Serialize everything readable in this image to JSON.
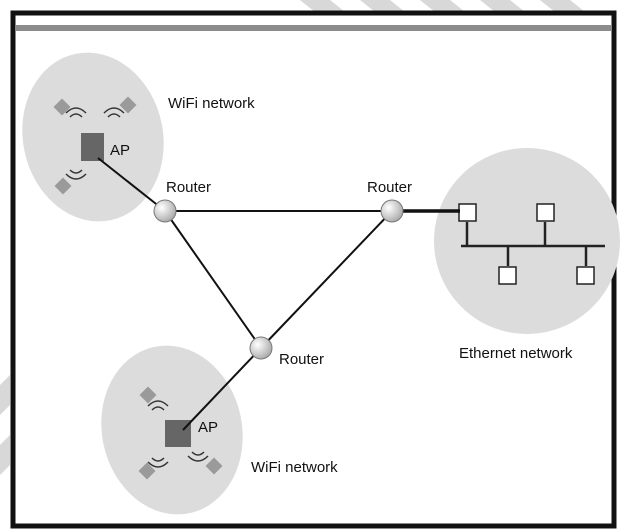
{
  "diagram": {
    "wifi_top": {
      "label": "WiFi network",
      "ap_label": "AP"
    },
    "wifi_bottom": {
      "label": "WiFi network",
      "ap_label": "AP"
    },
    "router_left": {
      "label": "Router"
    },
    "router_right": {
      "label": "Router"
    },
    "router_bottom": {
      "label": "Router"
    },
    "ethernet": {
      "label": "Ethernet network"
    }
  },
  "colors": {
    "frame": "#111111",
    "stripe": "#8c8c8c",
    "cloud": "#dcdcdc",
    "ap": "#666666",
    "device": "#9a9a9a",
    "router": "#cfcfcf",
    "link": "#111111"
  }
}
